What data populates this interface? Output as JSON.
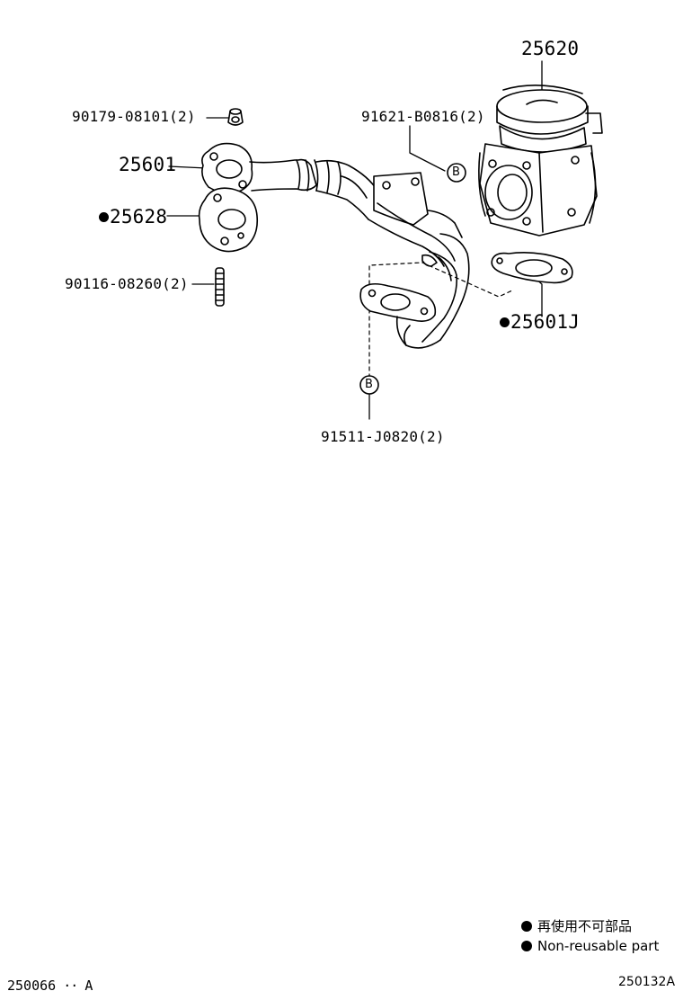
{
  "callouts": {
    "egr_valve": "25620",
    "gasket_bolt": "90179-08101(2)",
    "bolt_b_top": "91621-B0816(2)",
    "pipe": "25601",
    "gasket_pipe": "25628",
    "stud": "90116-08260(2)",
    "gasket_valve": "25601J",
    "bolt_b_bottom": "91511-J0820(2)",
    "ref_b": "B"
  },
  "legend": {
    "jp": "再使用不可部品",
    "en": "Non-reusable part"
  },
  "footer": {
    "left_code": "250066",
    "left_suffix": "A",
    "right_code": "250132A"
  }
}
